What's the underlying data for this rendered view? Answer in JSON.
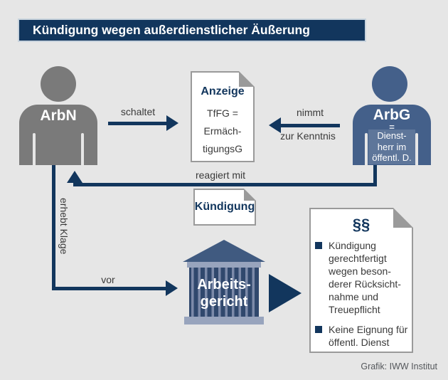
{
  "palette": {
    "background": "#e6e6e6",
    "navy": "#12365d",
    "gray_person": "#7a7a7a",
    "blue_person": "#44608a",
    "building_roof": "#405a80",
    "building_light": "#98a4bd",
    "doc_border": "#9a9a9a",
    "text_dark": "#3a3a3a"
  },
  "title": {
    "text": "Kündigung wegen außerdienstlicher Äußerung"
  },
  "actors": {
    "arbn": {
      "label": "ArbN"
    },
    "arbg": {
      "label": "ArbG",
      "equals": "=",
      "sub": "Dienst-\nherr im\nöffentl. D."
    }
  },
  "arrows": {
    "schaltet": "schaltet",
    "nimmt_line1": "nimmt",
    "nimmt_line2": "zur Kenntnis",
    "reagiert": "reagiert mit",
    "erhebt_klage": "erhebt Klage",
    "vor": "vor"
  },
  "documents": {
    "anzeige": {
      "title": "Anzeige",
      "body": "TfFG =\nErmäch-\ntigungsG"
    },
    "kuendigung": {
      "title": "Kündigung"
    },
    "paragraphs": {
      "title": "§§",
      "bullets": [
        {
          "text": "Kündigung\ngerechtfertigt\nwegen beson-\nderer Rücksicht-\nnahme und\nTreuepflicht"
        },
        {
          "text": "Keine Eignung für\nöffentl. Dienst"
        }
      ]
    }
  },
  "court": {
    "label": "Arbeits-\ngericht"
  },
  "credit": {
    "text": "Grafik: IWW Institut"
  }
}
